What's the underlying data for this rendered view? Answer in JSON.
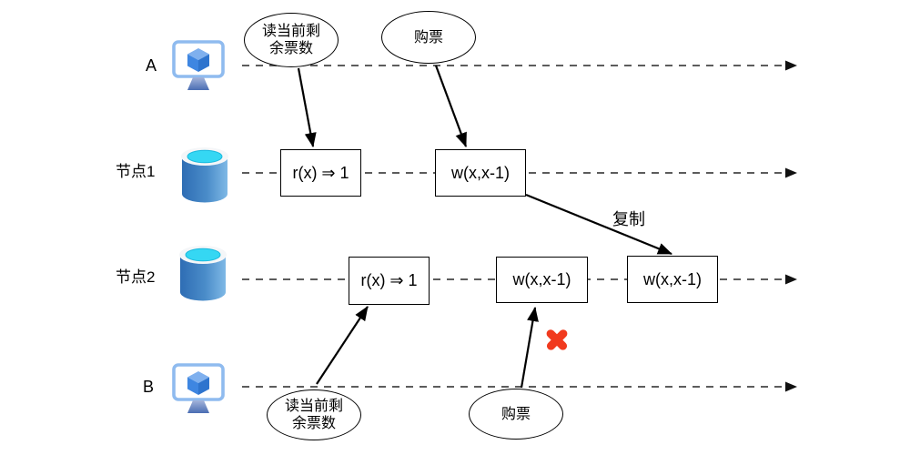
{
  "diagram_title": "replication-lag-ticket-example",
  "rows": [
    {
      "id": "client-a",
      "label": "A",
      "icon": "monitor-cube-icon"
    },
    {
      "id": "node-1",
      "label": "节点1",
      "icon": "database-icon"
    },
    {
      "id": "node-2",
      "label": "节点2",
      "icon": "database-icon"
    },
    {
      "id": "client-b",
      "label": "B",
      "icon": "monitor-cube-icon"
    }
  ],
  "ellipses": [
    {
      "id": "read-a",
      "lines": [
        "读当前剩",
        "余票数"
      ]
    },
    {
      "id": "buy-a",
      "lines": [
        "购票"
      ]
    },
    {
      "id": "read-b",
      "lines": [
        "读当前剩",
        "余票数"
      ]
    },
    {
      "id": "buy-b",
      "lines": [
        "购票"
      ]
    }
  ],
  "boxes": [
    {
      "id": "node1-read",
      "label": "r(x) ⇒ 1"
    },
    {
      "id": "node1-write",
      "label": "w(x,x-1)"
    },
    {
      "id": "node2-read",
      "label": "r(x) ⇒ 1"
    },
    {
      "id": "node2-write",
      "label": "w(x,x-1)"
    },
    {
      "id": "node2-write-replica",
      "label": "w(x,x-1)"
    }
  ],
  "edge_labels": {
    "replicate": "复制"
  },
  "icons": [
    "monitor-cube-icon",
    "database-icon",
    "error-cross-icon",
    "timeline-arrowhead-icon"
  ],
  "colors": {
    "background": "#ffffff",
    "stroke": "#000000",
    "timeline_dash": "#5c5c5c",
    "error_red": "#f13a1e",
    "monitor_frame": "#8fbbef",
    "cube_top": "#7fb0ee",
    "cube_left": "#3e86e1",
    "cube_right": "#2e74ce",
    "cylinder_left": "#2e6db4",
    "cylinder_right": "#7fb9e6",
    "cylinder_cap": "#35d7f3"
  }
}
